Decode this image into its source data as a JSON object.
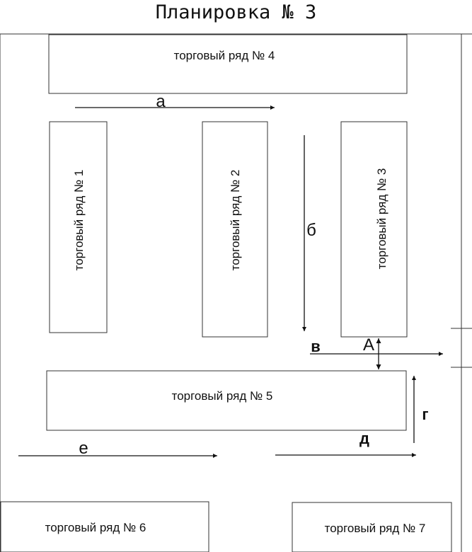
{
  "title": "Планировка № 3",
  "stalls": {
    "s1": "торговый ряд № 1",
    "s2": "торговый ряд № 2",
    "s3": "торговый ряд № 3",
    "s4": "торговый ряд № 4",
    "s5": "торговый ряд № 5",
    "s6": "торговый ряд № 6",
    "s7": "торговый ряд № 7"
  },
  "routes": {
    "a": "а",
    "b": "б",
    "v": "в",
    "g": "г",
    "d": "д",
    "e": "е"
  },
  "point_label": "А"
}
